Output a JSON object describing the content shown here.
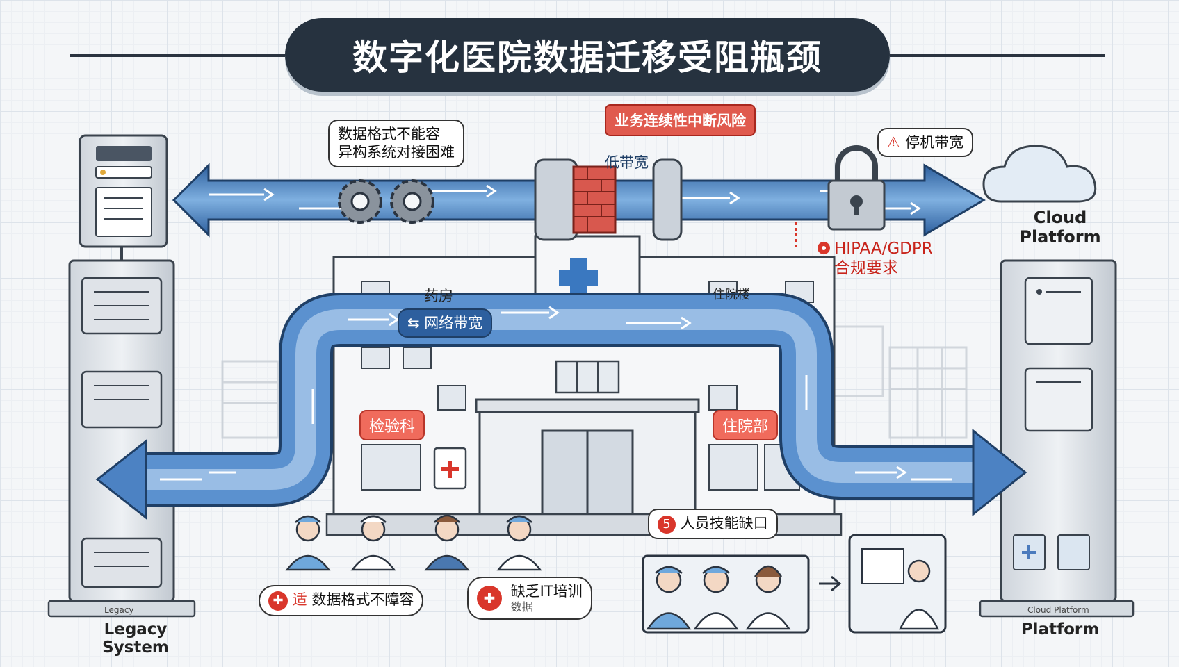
{
  "title": "数字化医院数据迁移受阻瓶颈",
  "callouts": {
    "format_compat": [
      "数据格式不能容",
      "异构系统对接困难"
    ],
    "continuity": "业务连续性中断风险",
    "low_bandwidth": "低带宽",
    "downtime": "停机带宽",
    "hipaa_line1": "HIPAA/GDPR",
    "hipaa_line2": "合规要求",
    "network": "网络带宽",
    "staff": "人员技能缺口",
    "staff_num": "5",
    "format_bottom": "数据格式不障容",
    "format_bottom_prefix": "适",
    "training_line1": "缺乏IT培训",
    "training_line2": "数据"
  },
  "departments": {
    "pharmacy": "药房",
    "inpatient_sign": "住院楼",
    "lab": "检验科",
    "inpatient": "住院部"
  },
  "systems": {
    "legacy": "Legacy System",
    "cloud_line1": "Cloud",
    "cloud_line2": "Platform",
    "platform": "Platform",
    "platform_small": "Cloud Platform",
    "legacy_small": "Legacy"
  },
  "colors": {
    "pipe_blue": "#3f78b8",
    "pipe_light": "#a9c8ea",
    "alert_red": "#d9362b",
    "banner_dark": "#26323f"
  },
  "icons": [
    "server-icon",
    "gear-icon",
    "brick-wall-icon",
    "lock-icon",
    "cloud-icon",
    "hospital-cross-icon",
    "alert-icon",
    "staff-icon"
  ]
}
